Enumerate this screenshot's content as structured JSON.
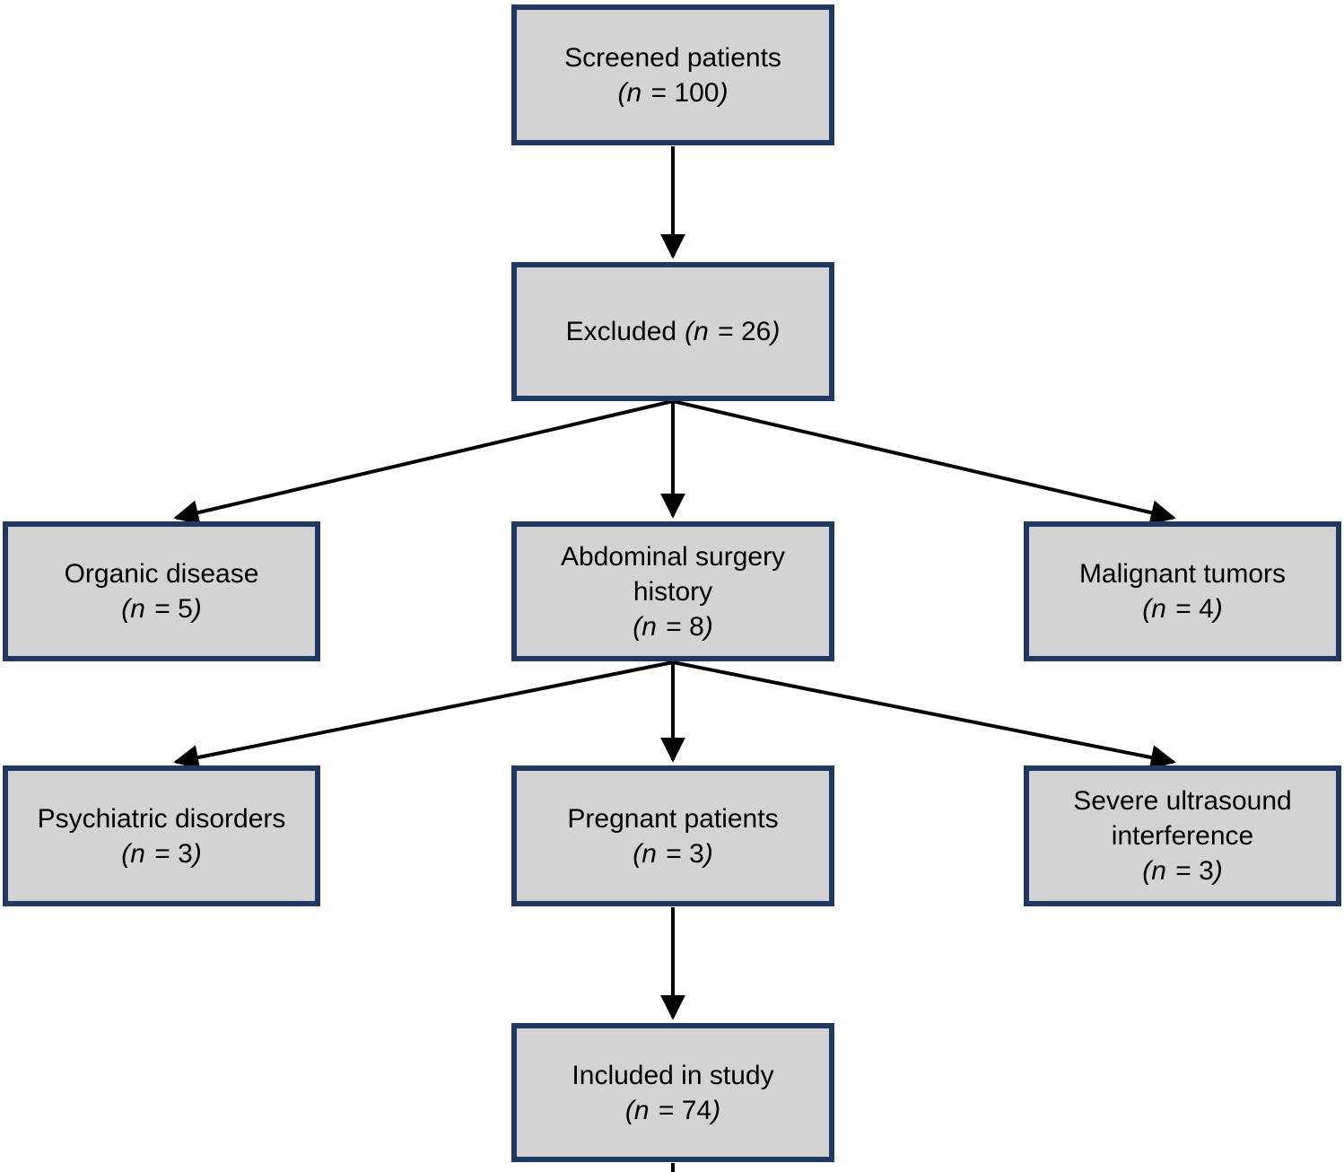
{
  "diagram_type": "flowchart",
  "colors": {
    "box_fill": "#d3d3d3",
    "box_border": "#1f3864",
    "arrow": "#000000",
    "text": "#000000",
    "background": "#ffffff"
  },
  "nodes": [
    {
      "id": "screened-patients",
      "label": "Screened patients",
      "count_open": "(",
      "count_var": "n",
      "count_mid": " = 100",
      "count_close": ")"
    },
    {
      "id": "excluded",
      "label": "Excluded",
      "count_open": "(",
      "count_var": "n",
      "count_mid": " = 26",
      "count_close": ")"
    },
    {
      "id": "organic-disease",
      "label": "Organic disease",
      "count_open": "(",
      "count_var": "n",
      "count_mid": " = 5",
      "count_close": ")"
    },
    {
      "id": "abdominal-surgery-history",
      "label": "Abdominal surgery history",
      "count_open": "(",
      "count_var": "n",
      "count_mid": " = 8",
      "count_close": ")"
    },
    {
      "id": "malignant-tumors",
      "label": "Malignant tumors",
      "count_open": "(",
      "count_var": "n",
      "count_mid": " = 4",
      "count_close": ")"
    },
    {
      "id": "psychiatric-disorders",
      "label": "Psychiatric disorders",
      "count_open": "(",
      "count_var": "n",
      "count_mid": " = 3",
      "count_close": ")"
    },
    {
      "id": "pregnant-patients",
      "label": "Pregnant patients",
      "count_open": "(",
      "count_var": "n",
      "count_mid": " = 3",
      "count_close": ")"
    },
    {
      "id": "severe-ultrasound-interference",
      "label": "Severe ultrasound interference",
      "count_open": "(",
      "count_var": "n",
      "count_mid": " = 3",
      "count_close": ")"
    },
    {
      "id": "included-in-study",
      "label": "Included in study",
      "count_open": "(",
      "count_var": "n",
      "count_mid": " = 74",
      "count_close": ")"
    }
  ],
  "edges": [
    {
      "from": "screened-patients",
      "to": "excluded"
    },
    {
      "from": "excluded",
      "to": "organic-disease"
    },
    {
      "from": "excluded",
      "to": "abdominal-surgery-history"
    },
    {
      "from": "excluded",
      "to": "malignant-tumors"
    },
    {
      "from": "abdominal-surgery-history",
      "to": "psychiatric-disorders"
    },
    {
      "from": "abdominal-surgery-history",
      "to": "pregnant-patients"
    },
    {
      "from": "abdominal-surgery-history",
      "to": "severe-ultrasound-interference"
    },
    {
      "from": "pregnant-patients",
      "to": "included-in-study"
    }
  ]
}
